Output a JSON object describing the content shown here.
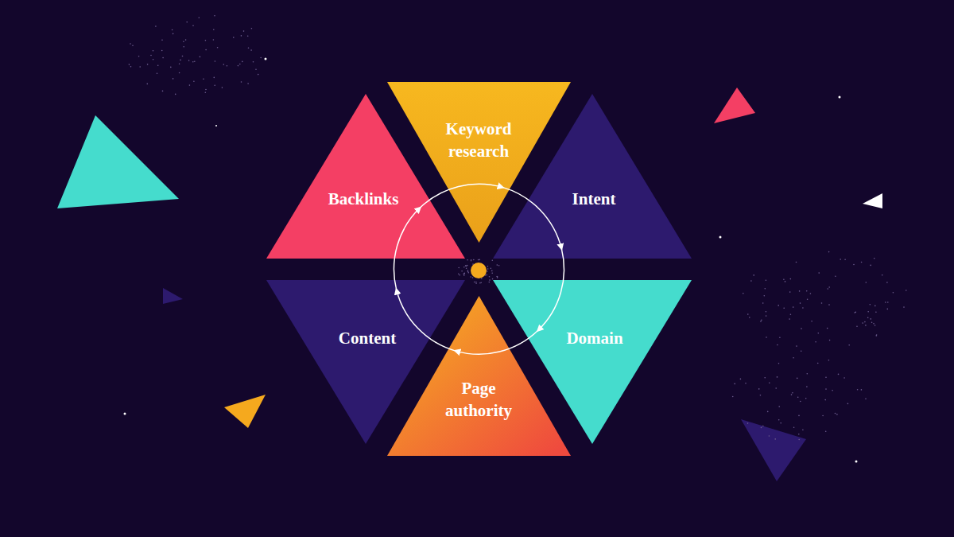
{
  "diagram": {
    "nodes": [
      {
        "text": [
          "Keyword research"
        ]
      },
      {
        "text": [
          "Backlinks"
        ]
      },
      {
        "text": [
          "Intent"
        ]
      },
      {
        "text": [
          "Content"
        ]
      },
      {
        "text": [
          "Domain"
        ]
      },
      {
        "text": [
          "Page authority"
        ]
      }
    ],
    "edges": [
      {
        "from": 0,
        "to": 2,
        "arrow": "to"
      },
      {
        "from": 2,
        "to": 4,
        "arrow": "to"
      },
      {
        "from": 4,
        "to": 5,
        "arrow": "to"
      },
      {
        "from": 5,
        "to": 3,
        "arrow": "to"
      },
      {
        "from": 3,
        "to": 1,
        "arrow": "to"
      },
      {
        "from": 1,
        "to": 0,
        "arrow": "to"
      }
    ]
  }
}
